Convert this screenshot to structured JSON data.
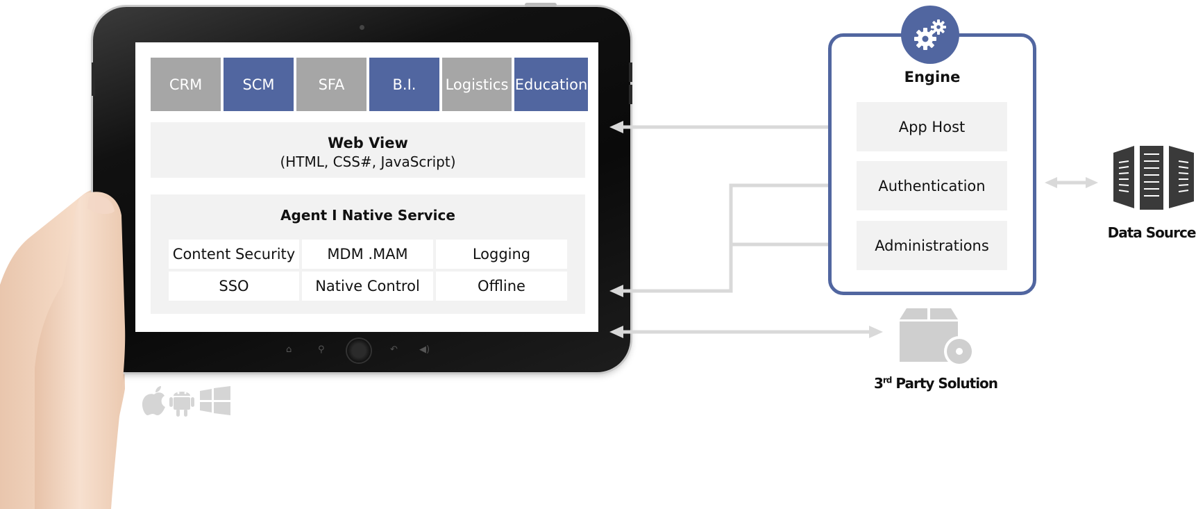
{
  "tabs": [
    {
      "label": "CRM",
      "style": "gray"
    },
    {
      "label": "SCM",
      "style": "blue"
    },
    {
      "label": "SFA",
      "style": "gray"
    },
    {
      "label": "B.I.",
      "style": "blue"
    },
    {
      "label": "Logistics",
      "style": "gray"
    },
    {
      "label": "Education",
      "style": "blue"
    }
  ],
  "webview": {
    "title": "Web View",
    "subtitle": "(HTML, CSS#, JavaScript)"
  },
  "agent": {
    "title": "Agent I Native Service",
    "cells": [
      "Content Security",
      "MDM .MAM",
      "Logging",
      "SSO",
      "Native Control",
      "Offline"
    ]
  },
  "engine": {
    "title": "Engine",
    "items": [
      "App Host",
      "Authentication",
      "Administrations"
    ]
  },
  "data_source": {
    "label": "Data Source"
  },
  "third_party": {
    "number": "3",
    "superscript": "rd",
    "label": "Party Solution"
  },
  "os_icons": [
    "apple-icon",
    "android-icon",
    "windows-icon"
  ],
  "colors": {
    "blue": "#5166a0",
    "gray_tab": "#a6a6a6",
    "panel": "#f2f2f2",
    "arrow": "#d9d9d9"
  }
}
